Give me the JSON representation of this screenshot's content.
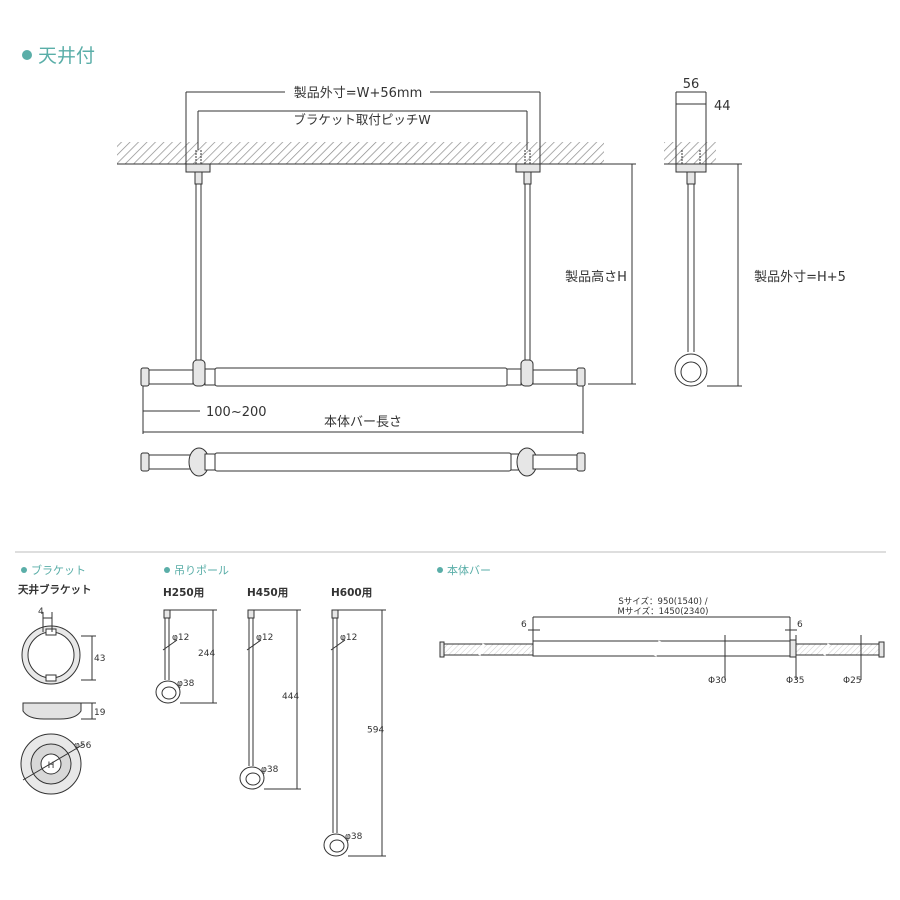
{
  "colors": {
    "accent": "#5aaea8",
    "ink": "#333333",
    "metal_fill": "#e6e6e6",
    "ceiling_hatch": "#8a8a8a"
  },
  "main_diagram": {
    "heading": "天井付",
    "dim_outer_width": "製品外寸=W+56mm",
    "dim_bracket_pitch": "ブラケット取付ピッチW",
    "dim_height": "製品高さH",
    "dim_offset": "100~200",
    "dim_bar_length": "本体バー長さ",
    "side_width_1": "56",
    "side_width_2": "44",
    "side_outer_height": "製品外寸=H+5"
  },
  "bracket_section": {
    "heading": "ブラケット",
    "subtitle": "天井ブラケット",
    "dim_4": "4",
    "dim_43": "43",
    "dim_19": "19",
    "dim_56": "φ56"
  },
  "pole_section": {
    "heading": "吊りポール",
    "items": [
      {
        "label": "H250用",
        "dia_top": "φ12",
        "length": "244",
        "dia_ring": "φ38"
      },
      {
        "label": "H450用",
        "dia_top": "φ12",
        "length": "444",
        "dia_ring": "φ38"
      },
      {
        "label": "H600用",
        "dia_top": "φ12",
        "length": "594",
        "dia_ring": "φ38"
      }
    ]
  },
  "bar_section": {
    "heading": "本体バー",
    "size_s": "Sサイズ：950(1540) /",
    "size_m": "Mサイズ：1450(2340)",
    "dim_left": "6",
    "dim_right": "6",
    "dia_30": "Φ30",
    "dia_35": "Φ35",
    "dia_25": "Φ25"
  }
}
